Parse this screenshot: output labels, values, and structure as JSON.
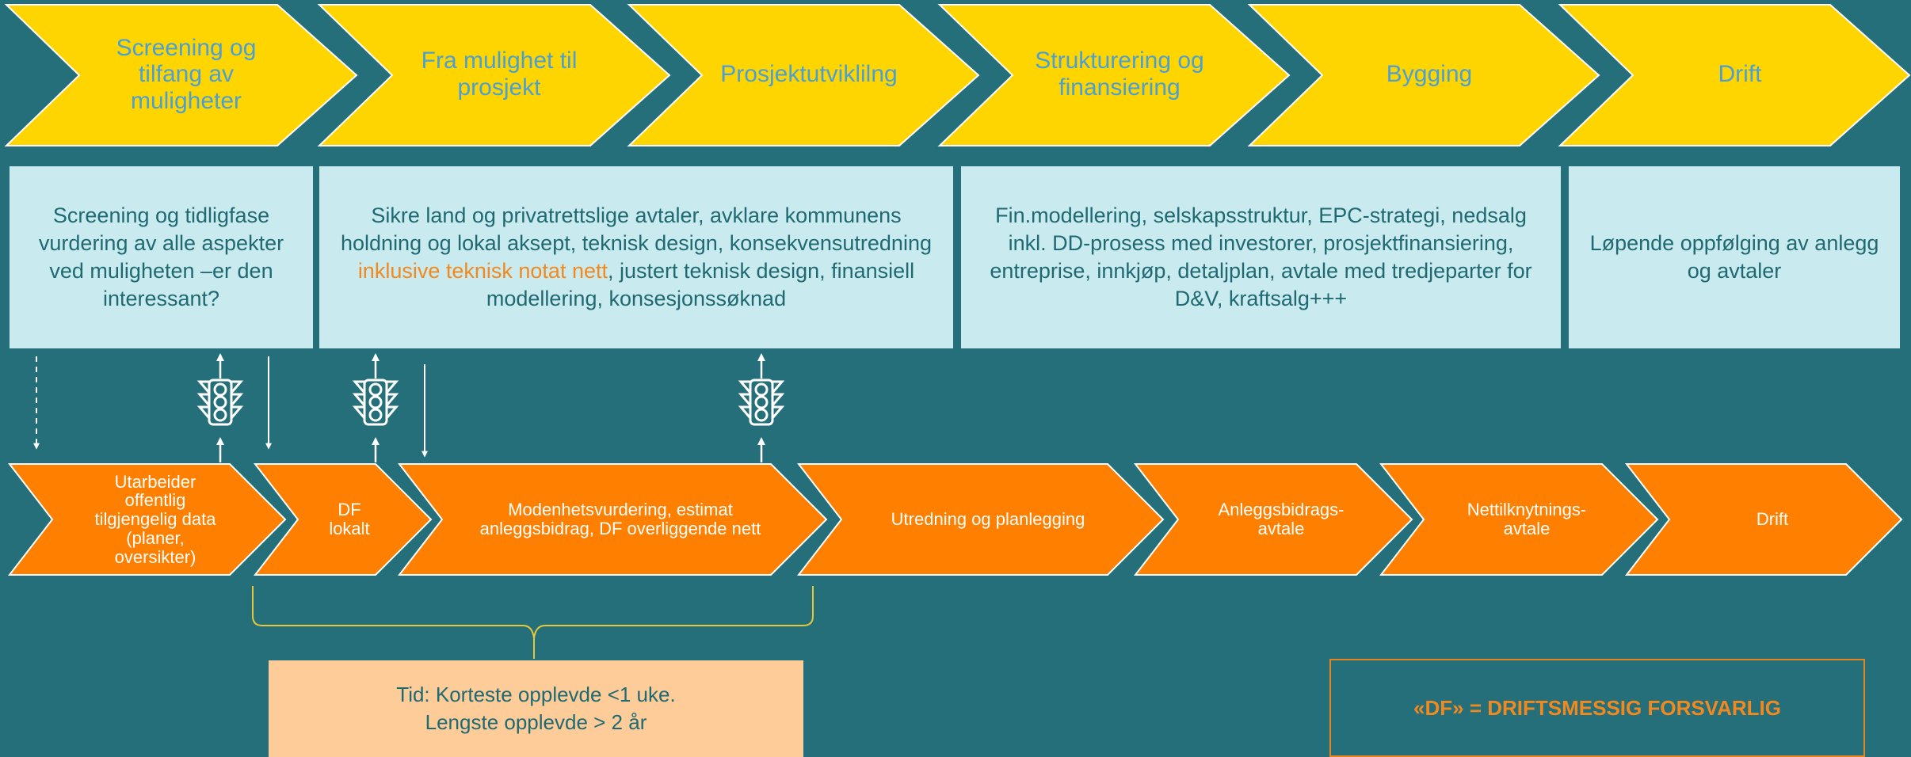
{
  "colors": {
    "background": "#256F7A",
    "top_chevron": "#FFD500",
    "top_text": "#4A9FD6",
    "description_box": "#C9EAEE",
    "description_text": "#1F6A72",
    "highlight": "#F2891E",
    "bottom_chevron": "#FF7F00",
    "note_box": "#FDCC99"
  },
  "phases": [
    {
      "label": "Screening og\ntilfang av\nmuligheter"
    },
    {
      "label": "Fra mulighet til\nprosjekt"
    },
    {
      "label": "Prosjektutviklilng"
    },
    {
      "label": "Strukturering og\nfinansiering"
    },
    {
      "label": "Bygging"
    },
    {
      "label": "Drift"
    }
  ],
  "descriptions": {
    "screening": "Screening og tidligfase vurdering av alle aspekter ved muligheten –er den interessant?",
    "development_before": "Sikre land og privatrettslige avtaler, avklare kommunens holdning og lokal aksept, teknisk design, konsekvensutredning ",
    "development_highlight": "inklusive teknisk notat nett",
    "development_after": ", justert teknisk design, finansiell modellering, konsesjonssøknad",
    "financing": "Fin.modellering, selskapsstruktur, EPC-strategi, nedsalg inkl. DD-prosess med investorer, prosjektfinansiering, entreprise, innkjøp, detaljplan, avtale med tredjeparter for D&V, kraftsalg+++",
    "operation": "Løpende oppfølging av anlegg og avtaler"
  },
  "grid_steps": [
    {
      "label": "Utarbeider\noffentlig\ntilgjengelig data\n(planer,\noversikter)"
    },
    {
      "label": "DF\nlokalt"
    },
    {
      "label": "Modenhetsvurdering, estimat\nanleggsbidrag, DF overliggende nett"
    },
    {
      "label": "Utredning og planlegging"
    },
    {
      "label": "Anleggsbidrags-\navtale"
    },
    {
      "label": "Nettilknytnings-\navtale"
    },
    {
      "label": "Drift"
    }
  ],
  "icons": [
    "traffic-light-icon",
    "arrow-up-icon",
    "arrow-down-icon",
    "dashed-arrow-down-icon",
    "curly-brace-icon"
  ],
  "time_note": {
    "line1": "Tid: Korteste opplevde <1 uke.",
    "line2": "Lengste opplevde > 2 år"
  },
  "legend": "«DF» = DRIFTSMESSIG FORSVARLIG"
}
